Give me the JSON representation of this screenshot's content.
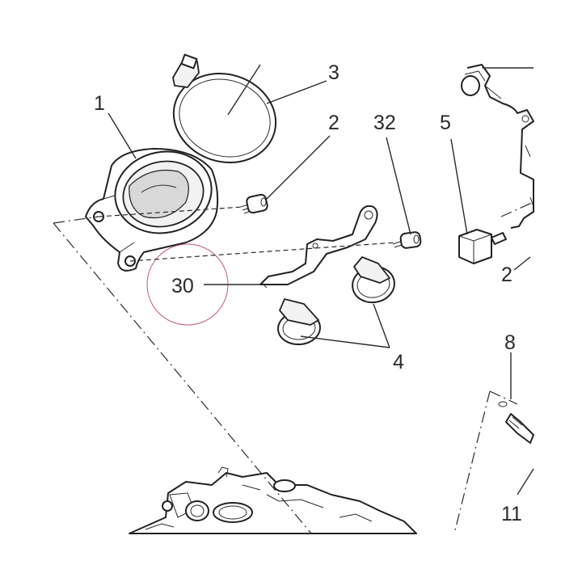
{
  "callouts": {
    "c1": "1",
    "c2a": "2",
    "c2b": "2",
    "c3": "3",
    "c4": "4",
    "c5": "5",
    "c8": "8",
    "c11": "11",
    "c30": "30",
    "c32": "32"
  },
  "colors": {
    "line": "#2a2a2a",
    "highlight_circle": "#b0304a",
    "background": "#ffffff"
  }
}
